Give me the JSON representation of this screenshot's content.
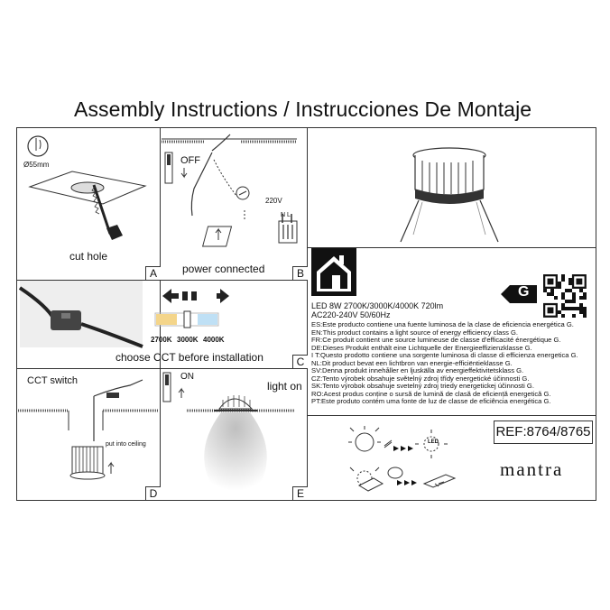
{
  "title": "Assembly Instructions / Instrucciones De Montaje",
  "panels": {
    "A": {
      "letter": "A",
      "hole_size": "Ø55mm",
      "caption": "cut hole"
    },
    "B": {
      "letter": "B",
      "off_label": "OFF",
      "voltage": "220V",
      "terminals": "N L",
      "caption": "power connected"
    },
    "C": {
      "letter": "C",
      "cct_values": [
        "2700K",
        "3000K",
        "4000K"
      ],
      "caption": "choose CCT before installation"
    },
    "D": {
      "letter": "D",
      "switch_label": "CCT switch",
      "ceiling_label": "put into ceiling"
    },
    "E": {
      "letter": "E",
      "on_label": "ON",
      "caption": "light on"
    }
  },
  "energy": {
    "class": "G",
    "spec_line1": "LED 8W 2700K/3000K/4000K 720lm",
    "spec_line2": "AC220-240V 50/60Hz",
    "statements": [
      "ES:Este producto contiene una fuente luminosa de la clase de eficiencia energética G.",
      "EN:This product contains a light source of energy efficiency class G.",
      "FR:Ce produit contient une source lumineuse de classe d'efficacité énergétique G.",
      "DE:Dieses Produkt enthält eine Lichtquelle der Energieeffizienzklasse G.",
      "I T:Questo prodotto contiene una sorgente luminosa di classe di efficienza energetica G.",
      "NL:Dit product bevat een lichtbron van energie-efficiëntieklasse G.",
      "SV:Denna produkt innehåller en ljuskälla av energieffektivitetsklass G.",
      "CZ:Tento výrobek obsahuje světelný zdroj třídy energetické účinnosti G.",
      "SK:Tento výrobok obsahuje svetelný zdroj triedy energetickej účinnosti G.",
      "RO:Acest produs conține o sursă de lumină de clasă de eficiență energetică G.",
      "PT:Este produto contém uma fonte de luz de classe de eficiência energética G."
    ]
  },
  "led_icon": "LED",
  "reference": "REF:8764/8765",
  "brand": "mantra",
  "colors": {
    "warm": "#f4d58a",
    "neutral": "#ffffff",
    "cool": "#bfe0f5",
    "line": "#333333"
  }
}
